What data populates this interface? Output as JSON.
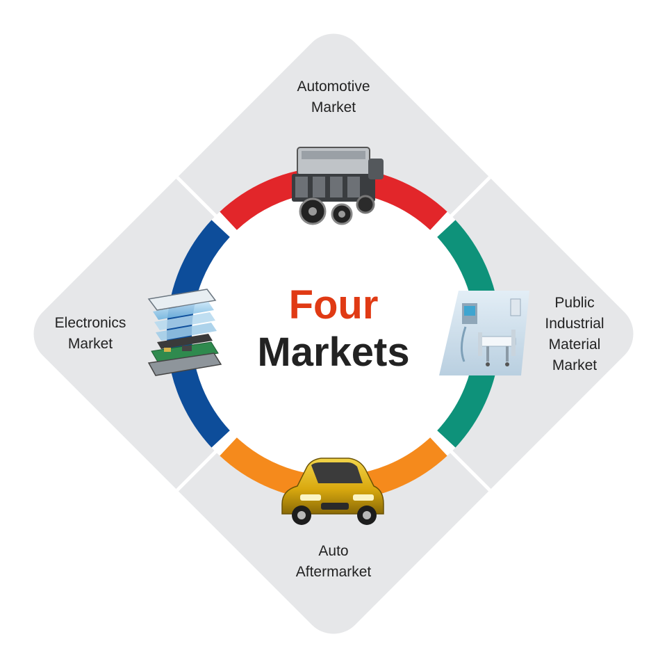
{
  "title": {
    "line1": "Four",
    "line2": "Markets"
  },
  "colors": {
    "panel": "#e6e7e9",
    "automotive": "#e2262a",
    "public": "#0e927a",
    "aftermarket": "#f58a1c",
    "electronics": "#0d4d9a",
    "title_accent": "#e03a14"
  },
  "markets": {
    "top": {
      "lines": [
        "Automotive",
        "Market"
      ],
      "icon": "engine-icon"
    },
    "right": {
      "lines": [
        "Public",
        "Industrial",
        "Material",
        "Market"
      ],
      "icon": "hospital-bed-icon"
    },
    "bottom": {
      "lines": [
        "Auto",
        "Aftermarket"
      ],
      "icon": "car-icon"
    },
    "left": {
      "lines": [
        "Electronics",
        "Market"
      ],
      "icon": "smartphone-layers-icon"
    }
  }
}
